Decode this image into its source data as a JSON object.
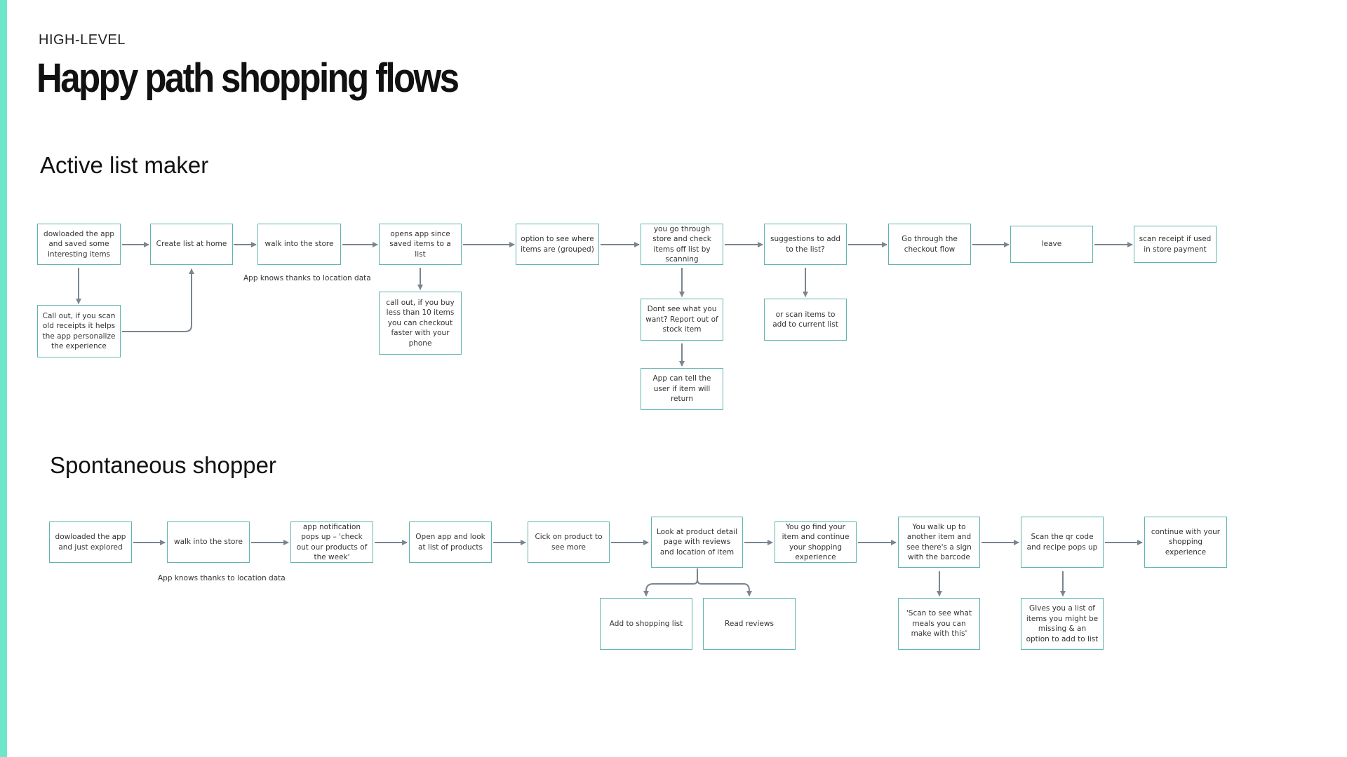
{
  "colors": {
    "accent": "#6ee7c8",
    "box_border": "#5fb5ad",
    "arrow": "#7a8590"
  },
  "header": {
    "eyebrow": "HIGH-LEVEL",
    "title": "Happy path shopping flows"
  },
  "active": {
    "title": "Active list maker",
    "steps": [
      "dowloaded the app and saved some interesting items",
      "Create list at home",
      "walk into the store",
      "opens app since saved items to a list",
      "option to see where items are (grouped)",
      "you go through store and check items off list by scanning",
      "suggestions to add to the list?",
      "Go through the checkout flow",
      "leave",
      "scan receipt if used in store payment"
    ],
    "branches": {
      "receipt_callout": "Call out, if you scan old receipts it helps the app personalize the experience",
      "checkout_callout": "call out, if you buy less than 10 items you can checkout faster with your phone",
      "report_stock": "Dont see what you want? Report out of stock item",
      "return_info": "App can tell the user if item will return",
      "scan_to_add": "or scan items to add to current list"
    },
    "note_location": "App knows thanks to location data"
  },
  "spontaneous": {
    "title": "Spontaneous shopper",
    "steps": [
      "dowloaded the app and just explored",
      "walk into the store",
      "app notification pops up – 'check out our products of the week'",
      "Open app and look at list of products",
      "Cick on product to see more",
      "Look at product detail page with reviews and location of item",
      "You go find your item and continue your shopping experience",
      "You walk up to another item and see there's a sign with the barcode",
      "Scan the qr code and recipe pops up",
      "continue with your shopping experience"
    ],
    "branches": {
      "add_to_list": "Add to shopping list",
      "read_reviews": "Read reviews",
      "scan_meals": "'Scan to see what meals you can make with this'",
      "missing_items": "GIves you a list of items you might be missing & an option to add to list"
    },
    "note_location": "App knows thanks to location data"
  }
}
